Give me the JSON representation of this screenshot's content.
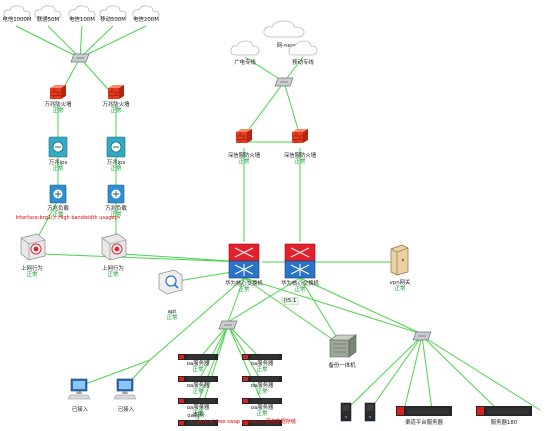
{
  "colors": {
    "link_green": "#4cd44c",
    "status_green": "#0a9a2a",
    "alert_red": "#e00000",
    "firewall_red": "#e83a1f",
    "core_red": "#e3202c",
    "core_blue": "#2a73c9"
  },
  "clouds_isp": [
    {
      "label": "电信1000M"
    },
    {
      "label": "联通50M"
    },
    {
      "label": "电信100M"
    },
    {
      "label": "移动500M"
    },
    {
      "label": "电信200M"
    }
  ],
  "clouds_private": {
    "title": "网-new",
    "left": "广电专线",
    "right": "移动专线"
  },
  "left_firewalls": [
    {
      "label": "万兆防火墙",
      "status": "正常"
    },
    {
      "label": "万兆防火墙",
      "status": "正常"
    }
  ],
  "left_ips": [
    {
      "label": "万兆ips",
      "status": "正常"
    },
    {
      "label": "万兆ips",
      "status": "正常"
    }
  ],
  "left_lb": [
    {
      "label": "万兆负载",
      "status": "正常"
    },
    {
      "label": "万兆负载",
      "status": "正常"
    }
  ],
  "alert_text": "Interface:brg1(): High bandwidth usage(>",
  "behavior_mgmt": [
    {
      "label": "上网行为",
      "status": "正常"
    },
    {
      "label": "上网行为",
      "status": "正常"
    }
  ],
  "right_firewalls": [
    {
      "label": "深信服防火墙",
      "status": "正常"
    },
    {
      "label": "深信服防火墙",
      "status": "正常"
    }
  ],
  "core_switches": [
    {
      "label": "华为核心交换机",
      "status": "正常"
    },
    {
      "label": "华为核心交换机",
      "status": "正常"
    }
  ],
  "apt": {
    "label": "apt",
    "status": "正常"
  },
  "vpn": {
    "label": "vpn网关",
    "status": "正常"
  },
  "ip_tag": "[t5.1",
  "backup": {
    "label": "备份一体机"
  },
  "pcs": [
    {
      "label": "已接入"
    },
    {
      "label": "已接入"
    }
  ],
  "oa_servers": [
    {
      "label": "oa服务器",
      "status": "正常"
    },
    {
      "label": "oa服务器",
      "status": "正常"
    },
    {
      "label": "oa服务器",
      "status": "正常"
    },
    {
      "label": "oa服务器",
      "status": "正常"
    },
    {
      "label": "oa服务器",
      "status": "正常"
    },
    {
      "label": "oa服务器",
      "status": "正常"
    },
    {
      "label": "oa服务"
    }
  ],
  "bottom_alert": "Lack of free swap space on 硬盘数据存储",
  "right_servers": [
    {
      "label": "渠道平台服务器"
    },
    {
      "label": "服务器180"
    }
  ]
}
